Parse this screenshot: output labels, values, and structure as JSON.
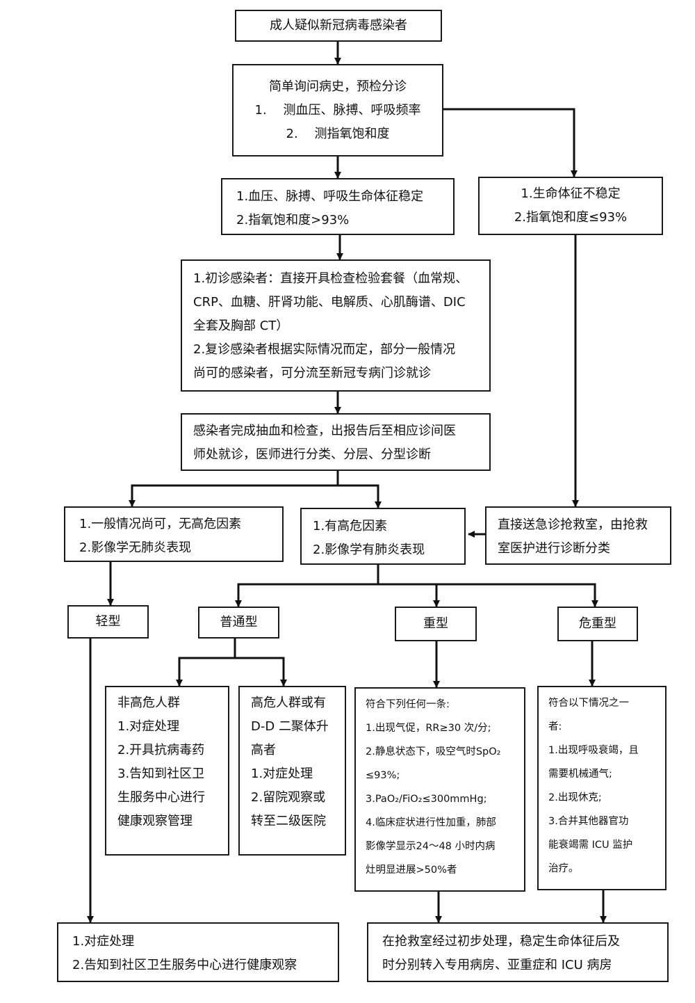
{
  "flowchart": {
    "start": [
      "成人疑似新冠病毒感染者"
    ],
    "triage": [
      "简单询问病史，预检分诊",
      "1.　 测血压、脉搏、呼吸频率",
      "2.　 测指氧饱和度"
    ],
    "stable": [
      "1.血压、脉搏、呼吸生命体征稳定",
      "2.指氧饱和度>93%"
    ],
    "unstable": [
      "1.生命体征不稳定",
      "2.指氧饱和度≤93%"
    ],
    "initial_exam": [
      "1.初诊感染者：直接开具检查检验套餐（血常规、",
      "CRP、血糖、肝肾功能、电解质、心肌酶谱、DIC",
      "全套及胸部 CT）",
      "2.复诊感染者根据实际情况而定，部分一般情况",
      "尚可的感染者，可分流至新冠专病门诊就诊"
    ],
    "diagnosis": [
      "感染者完成抽血和检查，出报告后至相应诊间医",
      "师处就诊，医师进行分类、分层、分型诊断"
    ],
    "low_risk": [
      "1.一般情况尚可，无高危因素",
      "2.影像学无肺炎表现"
    ],
    "high_risk": [
      "1.有高危因素",
      "2.影像学有肺炎表现"
    ],
    "emergency": [
      "直接送急诊抢救室，由抢救",
      "室医护进行诊断分类"
    ],
    "mild": [
      "轻型"
    ],
    "moderate": [
      "普通型"
    ],
    "severe": [
      "重型"
    ],
    "critical": [
      "危重型"
    ],
    "non_high_risk": [
      "非高危人群",
      "1.对症处理",
      "2.开具抗病毒药",
      "3.告知到社区卫",
      "生服务中心进行",
      "健康观察管理"
    ],
    "high_risk_group": [
      "高危人群或有",
      "D-D 二聚体升",
      "高者",
      "1.对症处理",
      "2.留院观察或",
      "转至二级医院"
    ],
    "severe_criteria": [
      "符合下列任何一条:",
      "1.出现气促，RR≥30 次/分;",
      "2.静息状态下，吸空气时SpO₂",
      "≤93%;",
      "3.PaO₂/FiO₂≤300mmHg;",
      "4.临床症状进行性加重，肺部",
      "影像学显示24～48 小时内病",
      "灶明显进展>50%者"
    ],
    "critical_criteria": [
      "符合以下情况之一",
      "者:",
      "1.出现呼吸衰竭，且",
      "需要机械通气;",
      "2.出现休克;",
      "3.合并其他器官功",
      "能衰竭需 ICU 监护",
      "治疗。"
    ],
    "mild_outcome": [
      "1.对症处理",
      "2.告知到社区卫生服务中心进行健康观察"
    ],
    "severe_outcome": [
      "在抢救室经过初步处理，稳定生命体征后及",
      "时分别转入专用病房、亚重症和 ICU 病房"
    ]
  }
}
